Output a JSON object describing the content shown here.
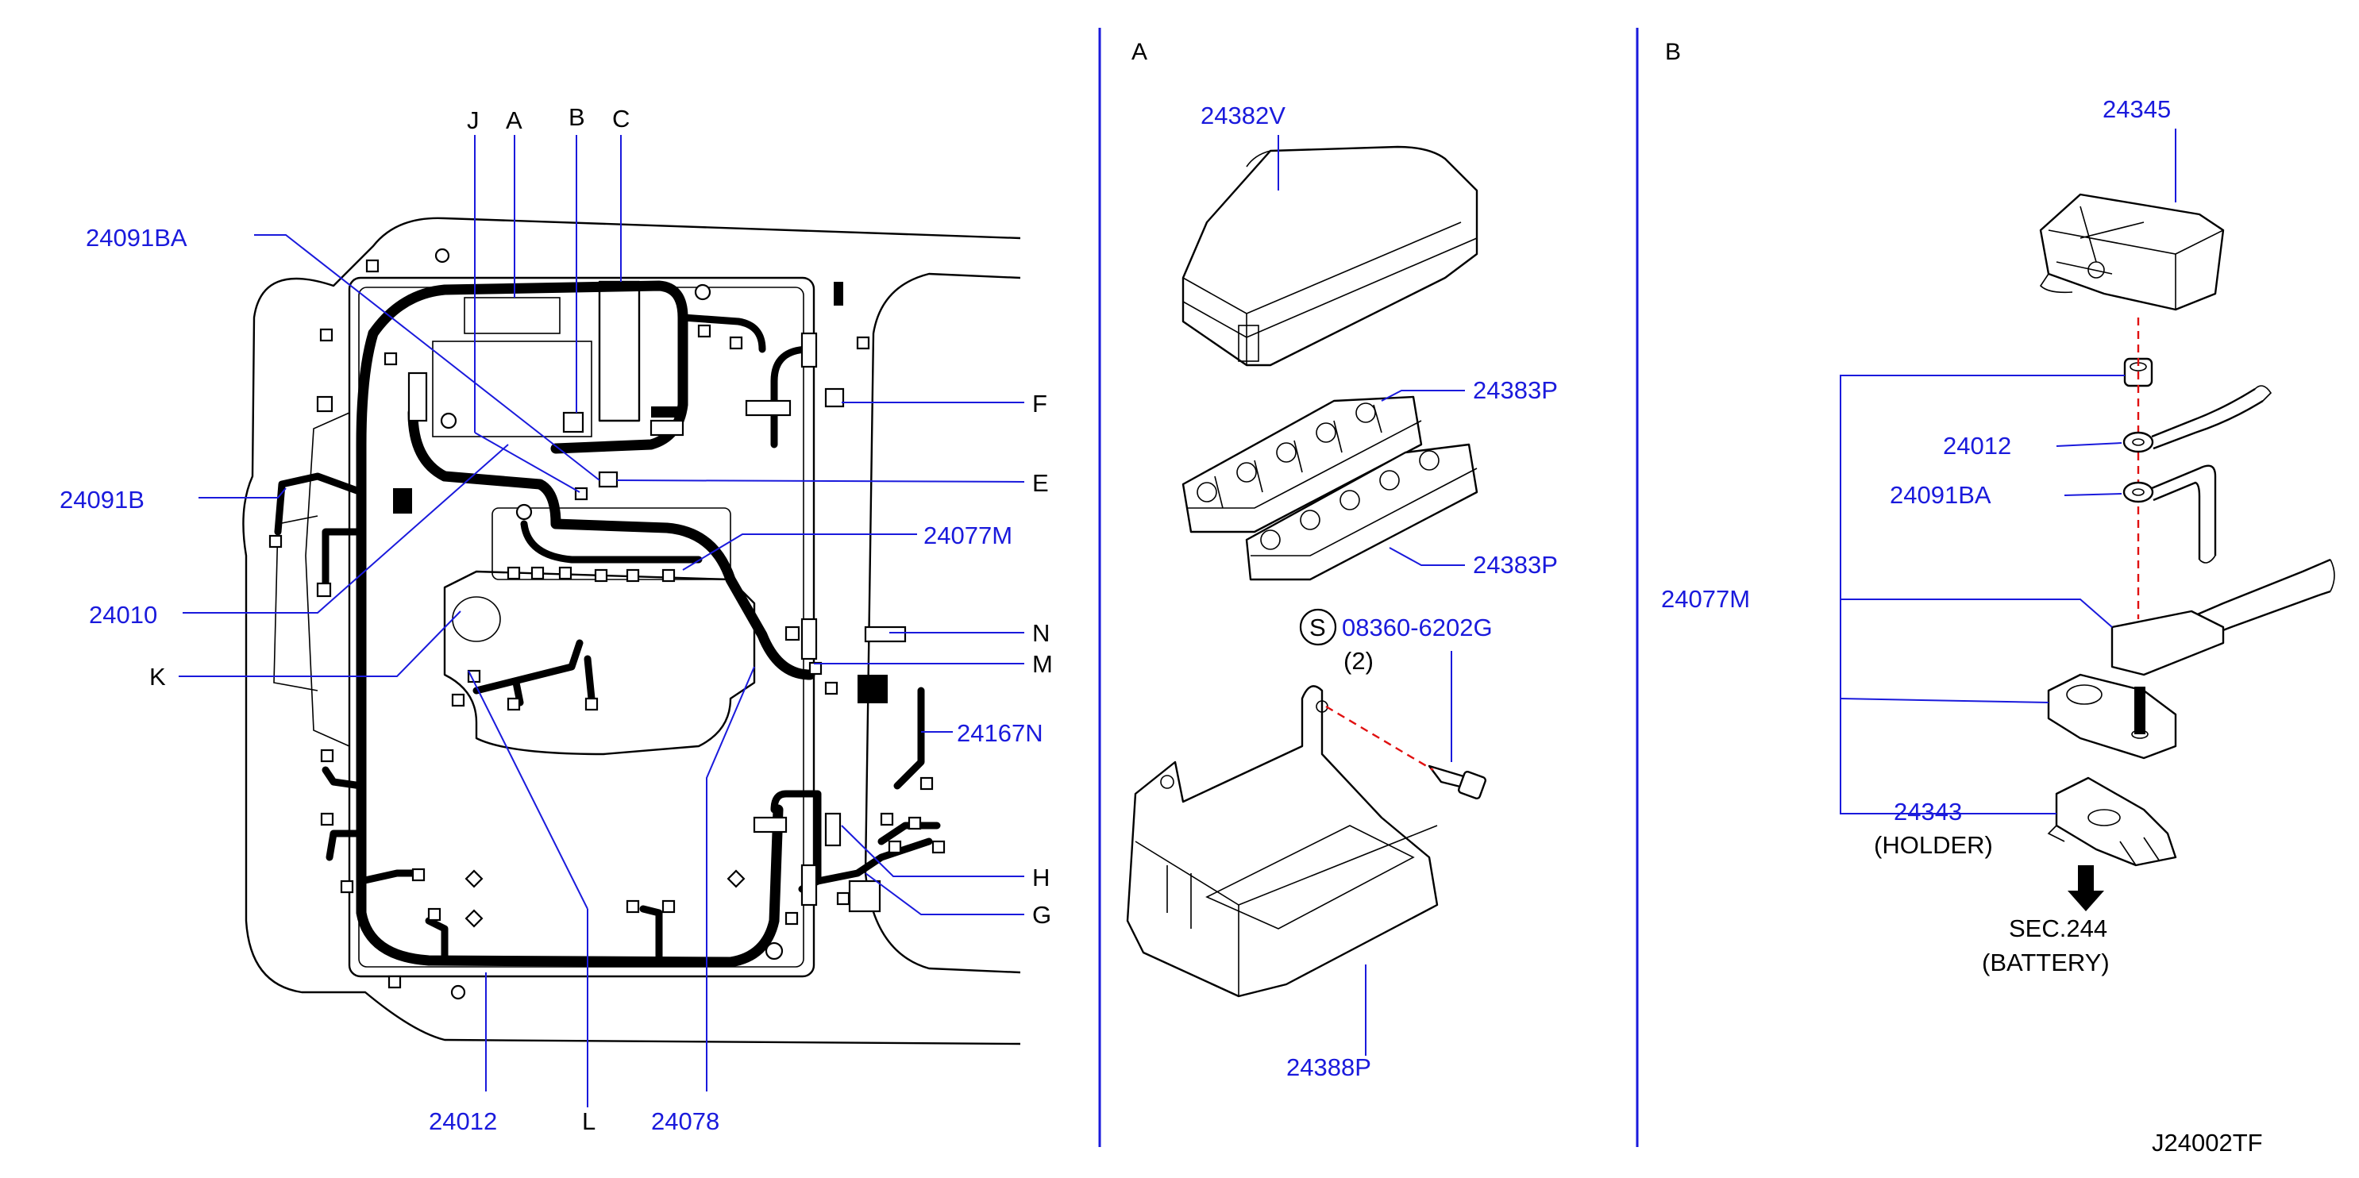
{
  "panels": {
    "a": {
      "heading": "A"
    },
    "b": {
      "heading": "B"
    }
  },
  "main_view": {
    "letter_callouts": {
      "j": "J",
      "a": "A",
      "b": "B",
      "c": "C",
      "f": "F",
      "e": "E",
      "n": "N",
      "m": "M",
      "k": "K",
      "h": "H",
      "g": "G",
      "l": "L"
    },
    "part_labels": {
      "p24091ba": "24091BA",
      "p24091b": "24091B",
      "p24010": "24010",
      "p24077m": "24077M",
      "p24167n": "24167N",
      "p24012": "24012",
      "p24078": "24078"
    }
  },
  "panel_a_parts": {
    "p24382v": "24382V",
    "p24383p_upper": "24383P",
    "p24383p_lower": "24383P",
    "bolt_symbol": "S",
    "bolt_part": "08360-6202G",
    "bolt_qty": "(2)",
    "p24388p": "24388P"
  },
  "panel_b_parts": {
    "p24345": "24345",
    "p24012": "24012",
    "p24091ba": "24091BA",
    "p24077m": "24077M",
    "p24343": "24343",
    "holder": "(HOLDER)",
    "sec": "SEC.244",
    "battery": "(BATTERY)"
  },
  "figure_code": "J24002TF",
  "colors": {
    "part_number_blue": "#1a1adc",
    "leader_blue": "#1a1adc",
    "dashed_axis_red": "#e01010",
    "line_black": "#000000"
  }
}
